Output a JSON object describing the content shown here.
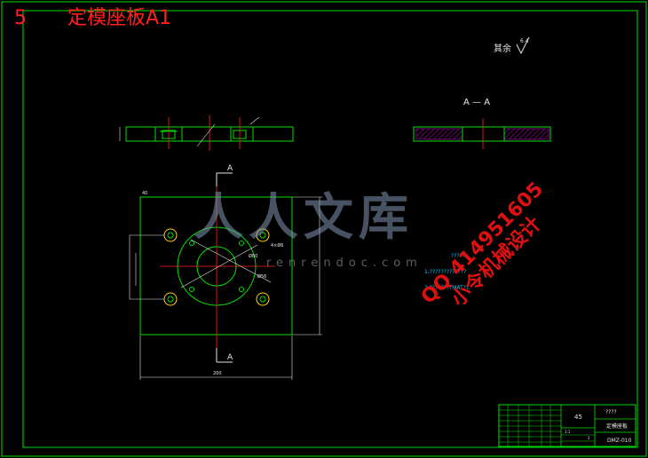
{
  "sheet": {
    "number": "5",
    "title": "定模座板A1"
  },
  "roughness_note": {
    "label": "其余",
    "value": "6.4"
  },
  "section": {
    "label_top": "A",
    "label_bottom": "A",
    "section_title": "A — A"
  },
  "notes": {
    "heading": "?????",
    "line1": "1.?????????????",
    "line2": "2.????????MAT??."
  },
  "dimensions": {
    "width": "200",
    "height": "40",
    "dia1": "Ø80",
    "dia2": "Ø56",
    "bolt": "4×Ø6"
  },
  "title_block": {
    "material": "45",
    "part_name": "定模座板",
    "drawing_no": "DMZ-010",
    "top_right": "????",
    "scale": "1:1",
    "sheet": "1"
  },
  "watermark": {
    "brand": "人人文库",
    "url": "renrendoc.com",
    "qq": "QQ 414951605",
    "designer": "小令机械设计"
  },
  "colors": {
    "background": "#000000",
    "frame": "#00e000",
    "dim": "#e6e6e6",
    "center": "#ff2020",
    "hatch": "#b000b0",
    "note": "#00c8ff"
  }
}
